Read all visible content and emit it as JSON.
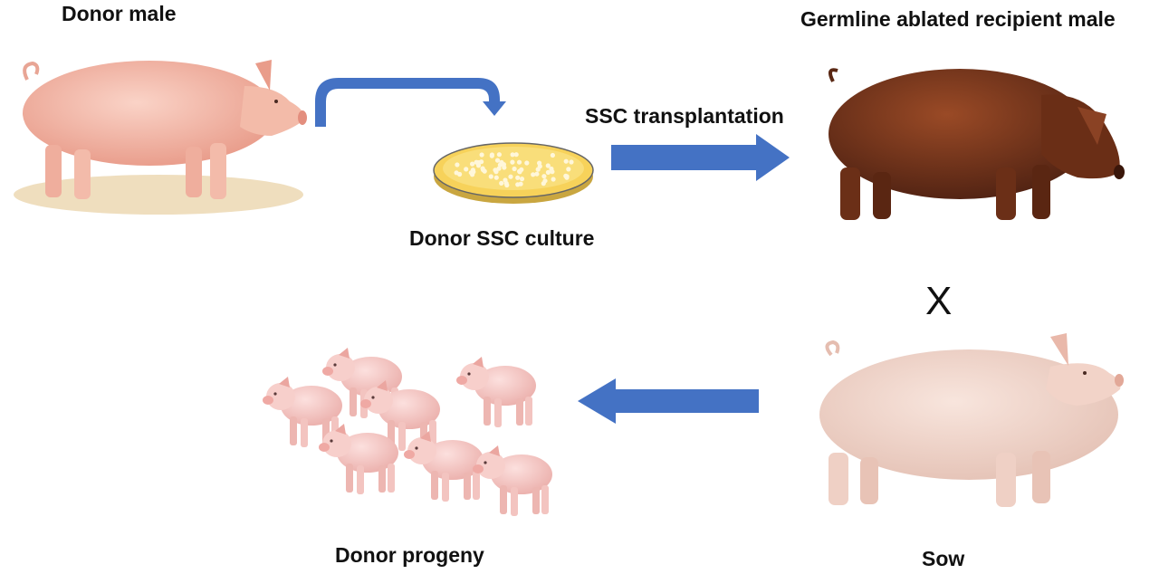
{
  "labels": {
    "donor_male": "Donor male",
    "recipient_male": "Germline ablated recipient male",
    "ssc_transplantation": "SSC transplantation",
    "donor_ssc_culture": "Donor SSC culture",
    "cross_symbol": "X",
    "sow": "Sow",
    "donor_progeny": "Donor progeny"
  },
  "colors": {
    "arrow_blue": "#4472C4",
    "donor_pig": "#F2B8A8",
    "recipient_pig": "#7A3A1E",
    "sow_pig": "#F3D9CF",
    "petri_medium": "#F7D25A",
    "piglet": "#F6C6C4"
  },
  "icons": {
    "donor_male": "pig-icon",
    "recipient_male": "pig-icon",
    "sow": "pig-icon",
    "petri_dish": "petri-dish-icon",
    "piglets": "piglet-icon"
  }
}
